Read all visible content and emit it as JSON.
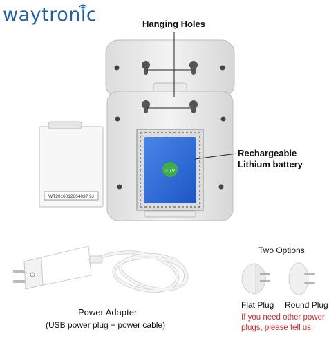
{
  "brand": {
    "name": "waytronic",
    "color": "#1f5fa8"
  },
  "callouts": {
    "hanging_holes": "Hanging Holes",
    "battery_line1": "Rechargeable",
    "battery_line2": "Lithium battery"
  },
  "battery_cover_serial": "WT2016012804037 9J",
  "battery_badge": "3.7V",
  "adapter": {
    "title": "Power Adapter",
    "subtitle": "(USB power plug + power cable)"
  },
  "options": {
    "title": "Two Options",
    "flat": "Flat Plug",
    "round": "Round Plug",
    "note_line1": "If you need other power",
    "note_line2": "plugs, please tell us."
  },
  "colors": {
    "note": "#e0262b",
    "battery": "#2f6fd6"
  }
}
